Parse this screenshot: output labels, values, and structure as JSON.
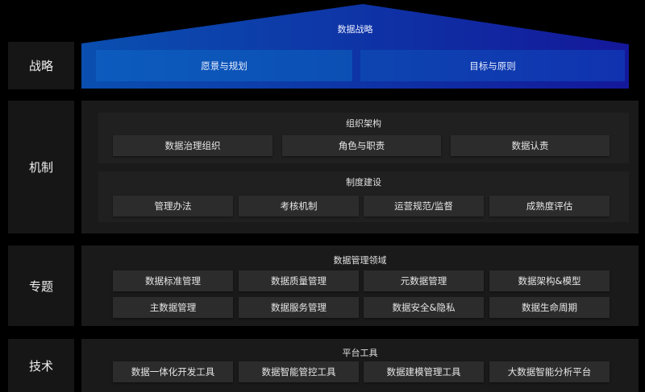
{
  "layers": [
    {
      "label": "战略",
      "title": "数据战略",
      "items": [
        "愿景与规划",
        "目标与原则"
      ]
    },
    {
      "label": "机制",
      "groups": [
        {
          "title": "组织架构",
          "items": [
            "数据治理组织",
            "角色与职责",
            "数据认责"
          ]
        },
        {
          "title": "制度建设",
          "items": [
            "管理办法",
            "考核机制",
            "运营规范/监督",
            "成熟度评估"
          ]
        }
      ]
    },
    {
      "label": "专题",
      "title": "数据管理领域",
      "items": [
        "数据标准管理",
        "数据质量管理",
        "元数据管理",
        "数据架构&模型",
        "主数据管理",
        "数据服务管理",
        "数据安全&隐私",
        "数据生命周期"
      ]
    },
    {
      "label": "技术",
      "title": "平台工具",
      "items": [
        "数据一体化开发工具",
        "数据智能管控工具",
        "数据建模管理工具",
        "大数据智能分析平台"
      ]
    }
  ],
  "colors": {
    "background": "#000000",
    "roof_left": "#0a4fb0",
    "roof_right": "#14189a",
    "chip": "#2c2c2c",
    "panel": "#1a1a1a"
  }
}
